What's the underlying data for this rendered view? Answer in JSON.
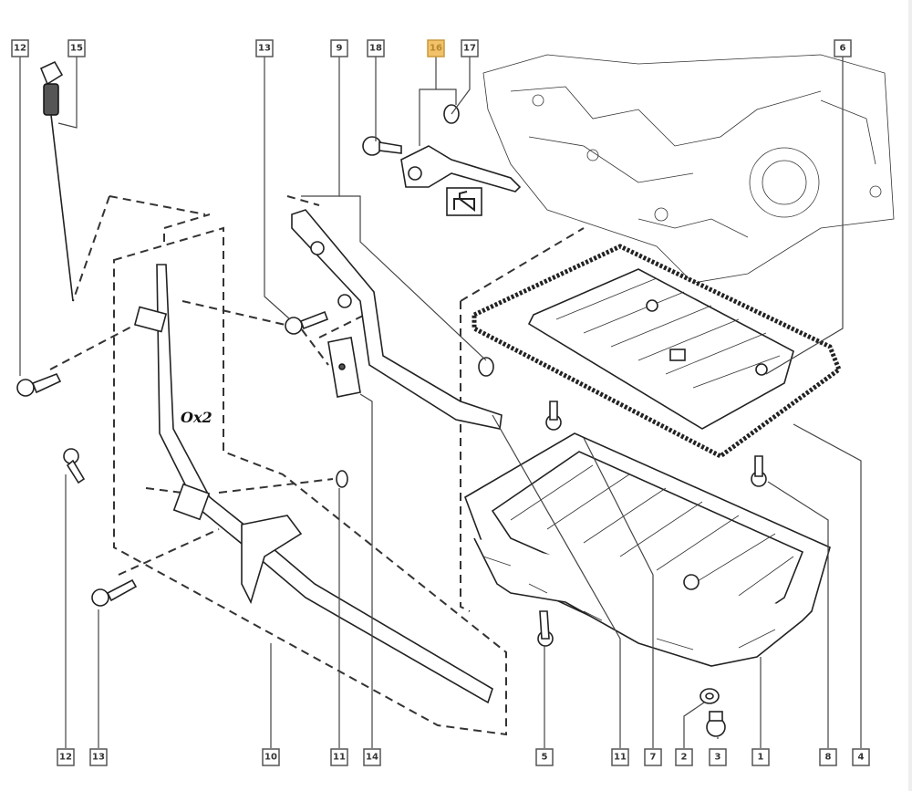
{
  "diagram": {
    "title": "Engine oil sump and lubrication exploded view",
    "highlight_color": "#f2c26b",
    "quantity_note": "Ox2",
    "symbol_icon": "oil-sealant-icon",
    "callouts_top": [
      {
        "id": "c12-top",
        "label": "12"
      },
      {
        "id": "c15",
        "label": "15"
      },
      {
        "id": "c13-top",
        "label": "13"
      },
      {
        "id": "c9",
        "label": "9"
      },
      {
        "id": "c18",
        "label": "18"
      },
      {
        "id": "c16",
        "label": "16",
        "highlighted": true
      },
      {
        "id": "c17",
        "label": "17"
      },
      {
        "id": "c6",
        "label": "6"
      }
    ],
    "callouts_bottom": [
      {
        "id": "c12-bot",
        "label": "12"
      },
      {
        "id": "c13-bot",
        "label": "13"
      },
      {
        "id": "c10",
        "label": "10"
      },
      {
        "id": "c11-left",
        "label": "11"
      },
      {
        "id": "c14",
        "label": "14"
      },
      {
        "id": "c5",
        "label": "5"
      },
      {
        "id": "c11-right",
        "label": "11"
      },
      {
        "id": "c7",
        "label": "7"
      },
      {
        "id": "c2",
        "label": "2"
      },
      {
        "id": "c3",
        "label": "3"
      },
      {
        "id": "c1",
        "label": "1"
      },
      {
        "id": "c8",
        "label": "8"
      },
      {
        "id": "c4",
        "label": "4"
      }
    ]
  }
}
